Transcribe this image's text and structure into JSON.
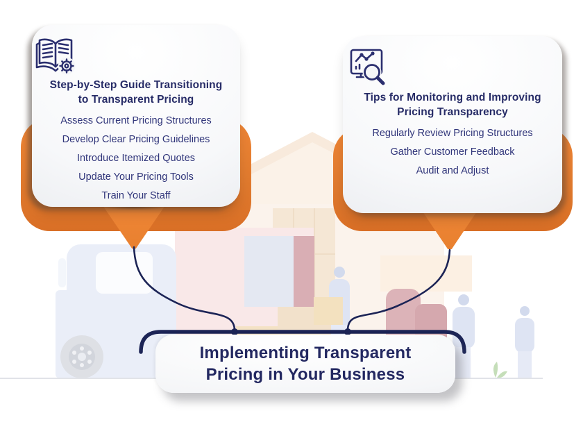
{
  "palette": {
    "accent_orange": "#E8802F",
    "navy_text": "#272C67",
    "connector_line": "#1C2456",
    "card_background": "#F2F3F6"
  },
  "left_card": {
    "icon": "open-book-gear-icon",
    "title_line1": "Step-by-Step Guide Transitioning",
    "title_line2": "to Transparent Pricing",
    "items": [
      "Assess Current Pricing Structures",
      "Develop Clear Pricing Guidelines",
      "Introduce Itemized Quotes",
      "Update Your Pricing Tools",
      "Train Your Staff"
    ]
  },
  "right_card": {
    "icon": "chart-magnifier-icon",
    "title_line1": "Tips for Monitoring and Improving",
    "title_line2": "Pricing Transparency",
    "items": [
      "Regularly Review Pricing Structures",
      "Gather Customer Feedback",
      "Audit and Adjust"
    ]
  },
  "footer": {
    "title_line1": "Implementing Transparent",
    "title_line2": "Pricing in Your Business"
  }
}
